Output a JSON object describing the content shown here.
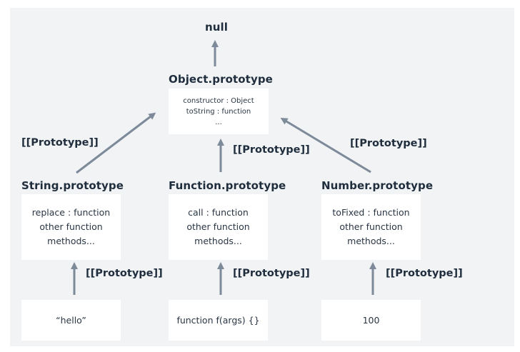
{
  "diagram": {
    "null_node": {
      "title": "null"
    },
    "object_prototype": {
      "title": "Object.prototype",
      "lines": [
        "constructor : Object",
        "toString : function",
        "..."
      ]
    },
    "string_prototype": {
      "title": "String.prototype",
      "lines": [
        "replace : function",
        "other function",
        "methods..."
      ]
    },
    "function_prototype": {
      "title": "Function.prototype",
      "lines": [
        "call : function",
        "other function",
        "methods..."
      ]
    },
    "number_prototype": {
      "title": "Number.prototype",
      "lines": [
        "toFixed : function",
        "other function",
        "methods..."
      ]
    },
    "instances": {
      "string_value": "“hello”",
      "function_value": "function f(args) {}",
      "number_value": "100"
    },
    "edge_labels": {
      "string_to_object": "[[Prototype]]",
      "function_to_object": "[[Prototype]]",
      "number_to_object": "[[Prototype]]",
      "hello_to_string": "[[Prototype]]",
      "func_to_function": "[[Prototype]]",
      "num_to_number": "[[Prototype]]"
    },
    "colors": {
      "arrow": "#7d8a99",
      "panel": "#f1f3f5",
      "box": "#ffffff",
      "text": "#1f2d3d"
    }
  }
}
